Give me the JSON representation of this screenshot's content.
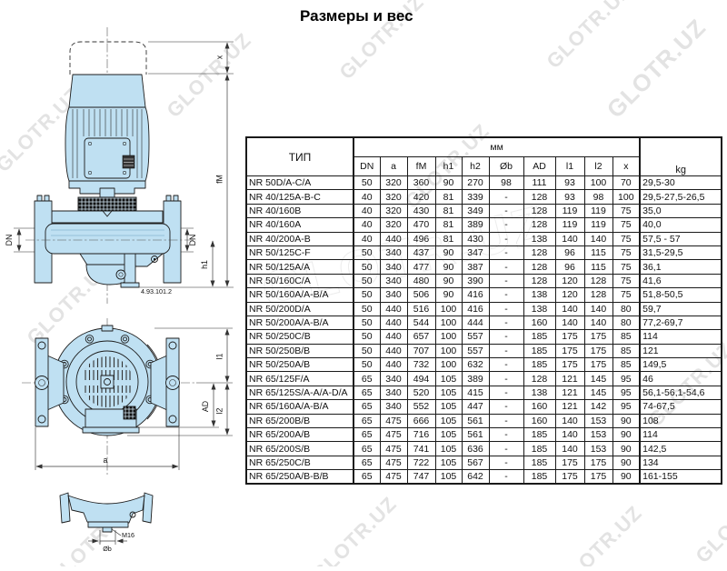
{
  "page": {
    "title": "Размеры и вес",
    "watermark": "GLOTR.UZ"
  },
  "drawing": {
    "part_number": "4.93.101.2",
    "front_view": {
      "x": "x",
      "fm": "fM",
      "dn_left": "DN",
      "dn_right": "DN",
      "h1": "h1"
    },
    "top_view": {
      "l1": "l1",
      "ad": "AD",
      "l2": "l2",
      "a": "a"
    },
    "section_view": {
      "thread": "M16",
      "bore": "Øb"
    }
  },
  "table": {
    "header": {
      "type": "ТИП",
      "unit_group": "мм",
      "dims": [
        "DN",
        "a",
        "fM",
        "h1",
        "h2",
        "Øb",
        "AD",
        "l1",
        "l2",
        "x"
      ],
      "weight": "kg"
    },
    "rows": [
      {
        "type": "NR 50D/A-C/A",
        "values": [
          "50",
          "320",
          "360",
          "90",
          "270",
          "98",
          "111",
          "93",
          "100",
          "70"
        ],
        "kg": "29,5-30"
      },
      {
        "type": "NR 40/125A-B-C",
        "values": [
          "40",
          "320",
          "420",
          "81",
          "339",
          "-",
          "128",
          "93",
          "98",
          "100"
        ],
        "kg": "29,5-27,5-26,5"
      },
      {
        "type": "NR 40/160B",
        "values": [
          "40",
          "320",
          "430",
          "81",
          "349",
          "-",
          "128",
          "119",
          "119",
          "75"
        ],
        "kg": "35,0"
      },
      {
        "type": "NR 40/160A",
        "values": [
          "40",
          "320",
          "470",
          "81",
          "389",
          "-",
          "128",
          "119",
          "119",
          "75"
        ],
        "kg": "40,0"
      },
      {
        "type": "NR 40/200A-B",
        "values": [
          "40",
          "440",
          "496",
          "81",
          "430",
          "-",
          "138",
          "140",
          "140",
          "75"
        ],
        "kg": "57,5 - 57"
      },
      {
        "type": "NR 50/125C-F",
        "values": [
          "50",
          "340",
          "437",
          "90",
          "347",
          "-",
          "128",
          "96",
          "115",
          "75"
        ],
        "kg": "31,5-29,5"
      },
      {
        "type": "NR 50/125A/A",
        "values": [
          "50",
          "340",
          "477",
          "90",
          "387",
          "-",
          "128",
          "96",
          "115",
          "75"
        ],
        "kg": "36,1"
      },
      {
        "type": "NR 50/160C/A",
        "values": [
          "50",
          "340",
          "480",
          "90",
          "390",
          "-",
          "128",
          "120",
          "128",
          "75"
        ],
        "kg": "41,6"
      },
      {
        "type": "NR 50/160A/A-B/A",
        "values": [
          "50",
          "340",
          "506",
          "90",
          "416",
          "-",
          "138",
          "120",
          "128",
          "75"
        ],
        "kg": "51,8-50,5"
      },
      {
        "type": "NR 50/200D/A",
        "values": [
          "50",
          "440",
          "516",
          "100",
          "416",
          "-",
          "138",
          "140",
          "140",
          "80"
        ],
        "kg": "59,7"
      },
      {
        "type": "NR 50/200A/A-B/A",
        "values": [
          "50",
          "440",
          "544",
          "100",
          "444",
          "-",
          "160",
          "140",
          "140",
          "80"
        ],
        "kg": "77,2-69,7"
      },
      {
        "type": "NR 50/250C/B",
        "values": [
          "50",
          "440",
          "657",
          "100",
          "557",
          "-",
          "185",
          "175",
          "175",
          "85"
        ],
        "kg": "114"
      },
      {
        "type": "NR 50/250B/B",
        "values": [
          "50",
          "440",
          "707",
          "100",
          "557",
          "-",
          "185",
          "175",
          "175",
          "85"
        ],
        "kg": "121"
      },
      {
        "type": "NR 50/250A/B",
        "values": [
          "50",
          "440",
          "732",
          "100",
          "632",
          "-",
          "185",
          "175",
          "175",
          "85"
        ],
        "kg": "149,5"
      },
      {
        "type": "NR 65/125F/A",
        "values": [
          "65",
          "340",
          "494",
          "105",
          "389",
          "-",
          "128",
          "121",
          "145",
          "95"
        ],
        "kg": "46"
      },
      {
        "type": "NR 65/125S/A-A/A-D/A",
        "values": [
          "65",
          "340",
          "520",
          "105",
          "415",
          "-",
          "138",
          "121",
          "145",
          "95"
        ],
        "kg": "56,1-56,1-54,6"
      },
      {
        "type": "NR 65/160A/A-B/A",
        "values": [
          "65",
          "340",
          "552",
          "105",
          "447",
          "-",
          "160",
          "121",
          "142",
          "95"
        ],
        "kg": "74-67,5"
      },
      {
        "type": "NR 65/200B/B",
        "values": [
          "65",
          "475",
          "666",
          "105",
          "561",
          "-",
          "160",
          "140",
          "153",
          "90"
        ],
        "kg": "108"
      },
      {
        "type": "NR 65/200A/B",
        "values": [
          "65",
          "475",
          "716",
          "105",
          "561",
          "-",
          "185",
          "140",
          "153",
          "90"
        ],
        "kg": "114"
      },
      {
        "type": "NR 65/200S/B",
        "values": [
          "65",
          "475",
          "741",
          "105",
          "636",
          "-",
          "185",
          "140",
          "153",
          "90"
        ],
        "kg": "142,5"
      },
      {
        "type": "NR 65/250C/B",
        "values": [
          "65",
          "475",
          "722",
          "105",
          "567",
          "-",
          "185",
          "175",
          "175",
          "90"
        ],
        "kg": "134"
      },
      {
        "type": "NR 65/250A/B-B/B",
        "values": [
          "65",
          "475",
          "747",
          "105",
          "642",
          "-",
          "185",
          "175",
          "175",
          "90"
        ],
        "kg": "161-155"
      }
    ]
  }
}
